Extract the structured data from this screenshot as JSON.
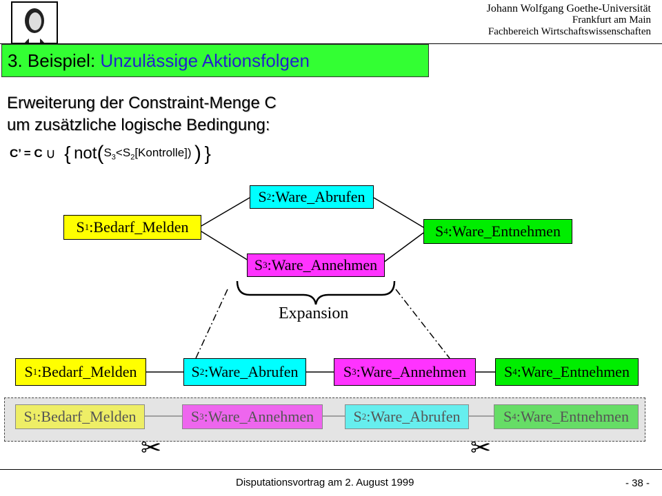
{
  "header": {
    "university_line1": "Johann Wolfgang Goethe-Universität",
    "university_line2": "Frankfurt am Main",
    "university_line3": "Fachbereich Wirtschaftswissenschaften"
  },
  "title": {
    "number": "3. Beispiel:",
    "text": "Unzulässige Aktionsfolgen"
  },
  "intro": {
    "line1": "Erweiterung der Constraint-Menge C",
    "line2": "um zusätzliche logische Bedingung:"
  },
  "formula": {
    "lhs": "C’ = C",
    "union": "∪",
    "open_brace": "{",
    "not": "not",
    "open_paren": "(",
    "s3": "S",
    "s3_sub": "3",
    "lt": "<S",
    "s2_sub": "2",
    "kontrolle": "[Kontrolle])",
    "close_paren": ")",
    "close_brace": "}"
  },
  "steps": {
    "s1": {
      "prefix": "S",
      "sub": "1",
      "label": ":Bedarf_Melden"
    },
    "s2": {
      "prefix": "S",
      "sub": "2",
      "label": ":Ware_Abrufen"
    },
    "s3": {
      "prefix": "S",
      "sub": "3",
      "label": ":Ware_Annehmen"
    },
    "s4": {
      "prefix": "S",
      "sub": "4",
      "label": ":Ware_Entnehmen"
    }
  },
  "expansion_label": "Expansion",
  "scissors_glyph": "✂",
  "colors": {
    "title_green": "#33ff33",
    "title_text_blue": "#2222cc",
    "yellow": "#ffff00",
    "cyan": "#00ffff",
    "magenta": "#ff33ff",
    "green": "#00ee00"
  },
  "footer": {
    "text": "Disputationsvortrag am 2. August 1999",
    "page": "- 38 -"
  }
}
